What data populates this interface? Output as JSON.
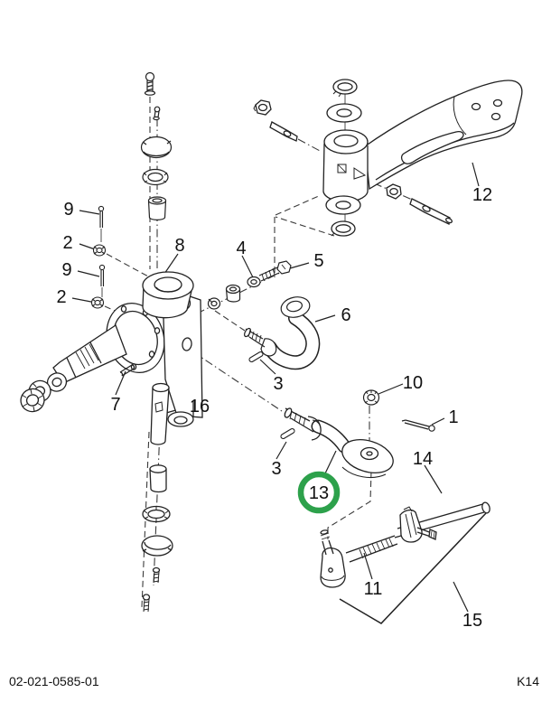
{
  "document": {
    "number": "02-021-0585-01",
    "page_ref": "K14"
  },
  "diagram": {
    "kind": "exploded-parts-diagram",
    "highlight": {
      "part": "13",
      "ring_color": "#2da14b"
    },
    "labels": [
      {
        "part": "9"
      },
      {
        "part": "2"
      },
      {
        "part": "9"
      },
      {
        "part": "2"
      },
      {
        "part": "8"
      },
      {
        "part": "4"
      },
      {
        "part": "5"
      },
      {
        "part": "6"
      },
      {
        "part": "3"
      },
      {
        "part": "12"
      },
      {
        "part": "10"
      },
      {
        "part": "1"
      },
      {
        "part": "7"
      },
      {
        "part": "16"
      },
      {
        "part": "3"
      },
      {
        "part": "13"
      },
      {
        "part": "14"
      },
      {
        "part": "11"
      },
      {
        "part": "15"
      }
    ]
  }
}
